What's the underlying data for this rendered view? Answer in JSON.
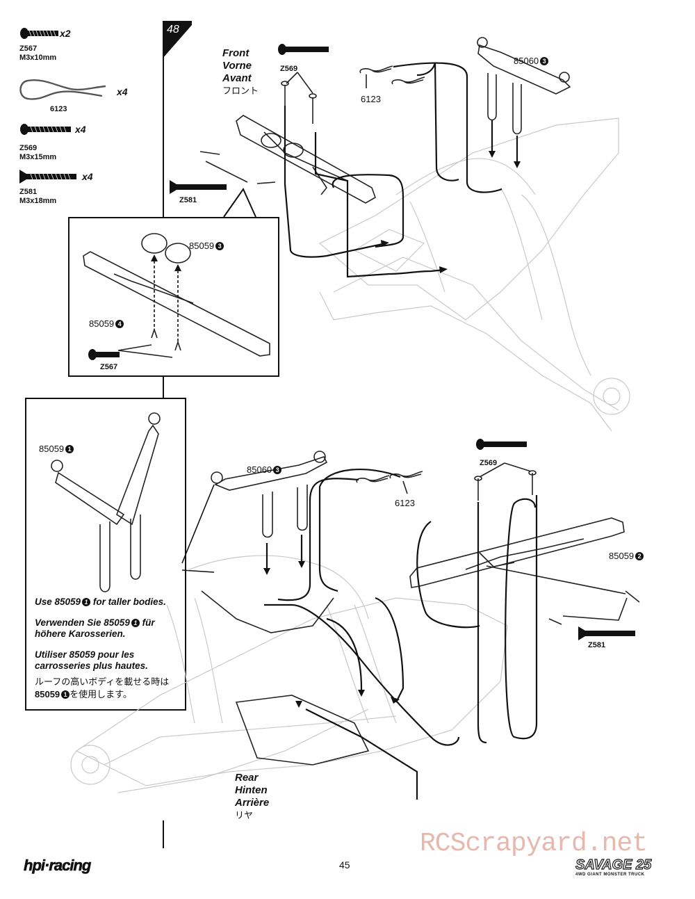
{
  "step_number": "48",
  "parts_list": [
    {
      "code": "Z567",
      "size": "M3x10mm",
      "qty": "x2",
      "icon": "screw-icon"
    },
    {
      "code": "6123",
      "size": "",
      "qty": "x4",
      "icon": "body-clip-icon"
    },
    {
      "code": "Z569",
      "size": "M3x15mm",
      "qty": "x4",
      "icon": "screw-icon"
    },
    {
      "code": "Z581",
      "size": "M3x18mm",
      "qty": "x4",
      "icon": "flat-screw-icon"
    }
  ],
  "front_labels": {
    "en": "Front",
    "de": "Vorne",
    "fr": "Avant",
    "jp": "フロント"
  },
  "rear_labels": {
    "en": "Rear",
    "de": "Hinten",
    "fr": "Arrière",
    "jp": "リヤ"
  },
  "callouts": {
    "z569_top": "Z569",
    "p6123_top": "6123",
    "p85060_top": "85060",
    "p85060_top_num": "3",
    "z581_left": "Z581",
    "z567_box": "Z567",
    "p85059_caps": "85059",
    "p85059_caps_num": "3",
    "p85059_bumper": "85059",
    "p85059_bumper_num": "4",
    "p85059_tall": "85059",
    "p85059_tall_num": "1",
    "p85060_rear": "85060",
    "p85060_rear_num": "3",
    "p6123_rear": "6123",
    "z569_rear": "Z569",
    "p85059_rear_bumper": "85059",
    "p85059_rear_bumper_num": "2",
    "z581_rear": "Z581"
  },
  "note": {
    "en_prefix": "Use 85059",
    "en_num": "1",
    "en_suffix": "for taller bodies.",
    "de_prefix": "Verwenden Sie 85059",
    "de_num": "1",
    "de_suffix": "für",
    "de_line2": "höhere Karosserien.",
    "fr_line1": "Utiliser 85059 pour les",
    "fr_line2": "carrosseries plus hautes.",
    "jp_line1": "ルーフの高いボディを載せる時は",
    "jp_prefix": "85059",
    "jp_num": "1",
    "jp_suffix": "を使用します。"
  },
  "footer": {
    "brand": "hpi·racing",
    "page_number": "45",
    "watermark": "RCScrapyard.net",
    "product_title": "SAVAGE 25",
    "product_subtitle": "4WD GIANT MONSTER TRUCK"
  }
}
